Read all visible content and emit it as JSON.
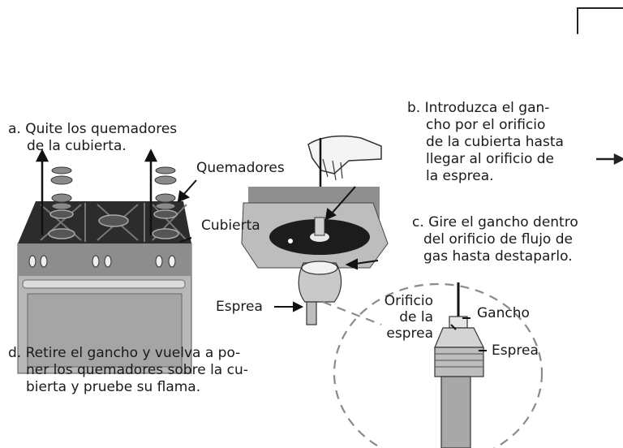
{
  "steps": {
    "a": [
      "a. Quite los quemadores",
      "de la cubierta."
    ],
    "b": [
      "b. Introduzca el gan-",
      "cho por el orificio",
      "de la cubierta hasta",
      "llegar al orificio de",
      "la esprea."
    ],
    "c": [
      "c. Gire el gancho dentro",
      "del orificio de flujo de",
      "gas hasta destaparlo."
    ],
    "d": [
      "d. Retire el gancho y vuelva a po-",
      "ner los quemadores sobre la cu-",
      "bierta y pruebe su flama."
    ]
  },
  "labels": {
    "quemadores": "Quemadores",
    "cubierta": "Cubierta",
    "esprea_left": "Esprea",
    "orificio": [
      "Orificio",
      "de la",
      "esprea"
    ],
    "gancho": "Gancho",
    "esprea_right": "Esprea"
  }
}
